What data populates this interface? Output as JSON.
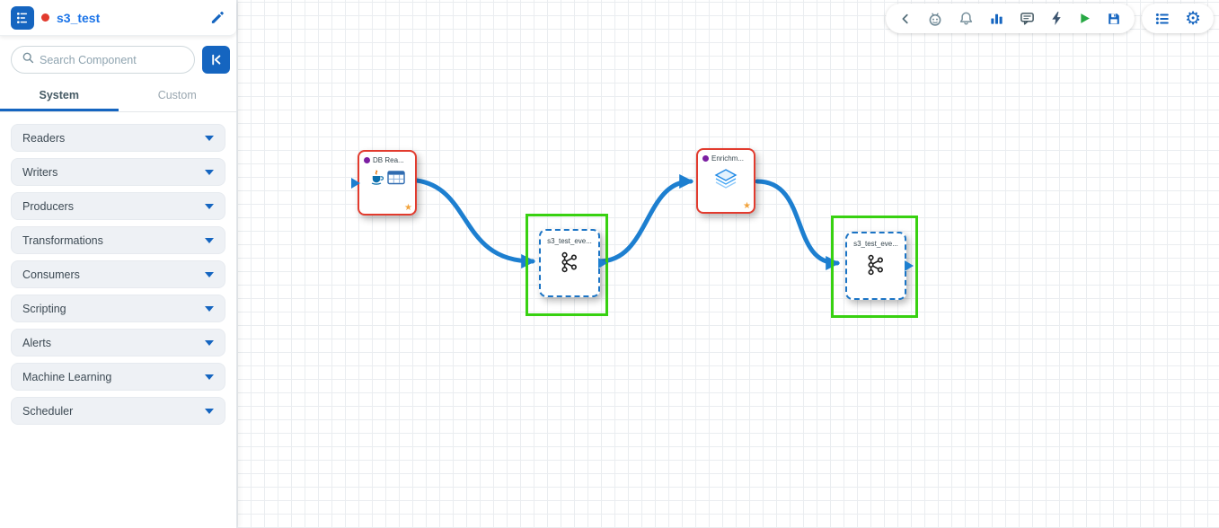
{
  "header": {
    "title": "s3_test"
  },
  "sidebar": {
    "search": {
      "placeholder": "Search Component"
    },
    "tabs": [
      {
        "label": "System",
        "active": true
      },
      {
        "label": "Custom",
        "active": false
      }
    ],
    "categories": [
      "Readers",
      "Writers",
      "Producers",
      "Transformations",
      "Consumers",
      "Scripting",
      "Alerts",
      "Machine Learning",
      "Scheduler"
    ]
  },
  "toolbar": {
    "icons": [
      "back-chevron",
      "bot",
      "notifications-bell",
      "monitoring-chart",
      "comments",
      "errors-bolt",
      "run-play",
      "save"
    ],
    "secondary_icons": [
      "component-list",
      "settings-gear"
    ],
    "gear_glyph": "⚙"
  },
  "canvas": {
    "nodes": [
      {
        "label": "DB Rea...",
        "type": "db-reader",
        "selected": false
      },
      {
        "label": "s3_test_eve...",
        "type": "kafka",
        "selected": true
      },
      {
        "label": "Enrichm...",
        "type": "enrichment",
        "selected": false
      },
      {
        "label": "s3_test_eve...",
        "type": "kafka",
        "selected": true
      }
    ],
    "colors": {
      "edge": "#1d7fd0",
      "selection": "#38d111",
      "alert_border": "#e23b2e",
      "accent": "#1565c0"
    }
  }
}
